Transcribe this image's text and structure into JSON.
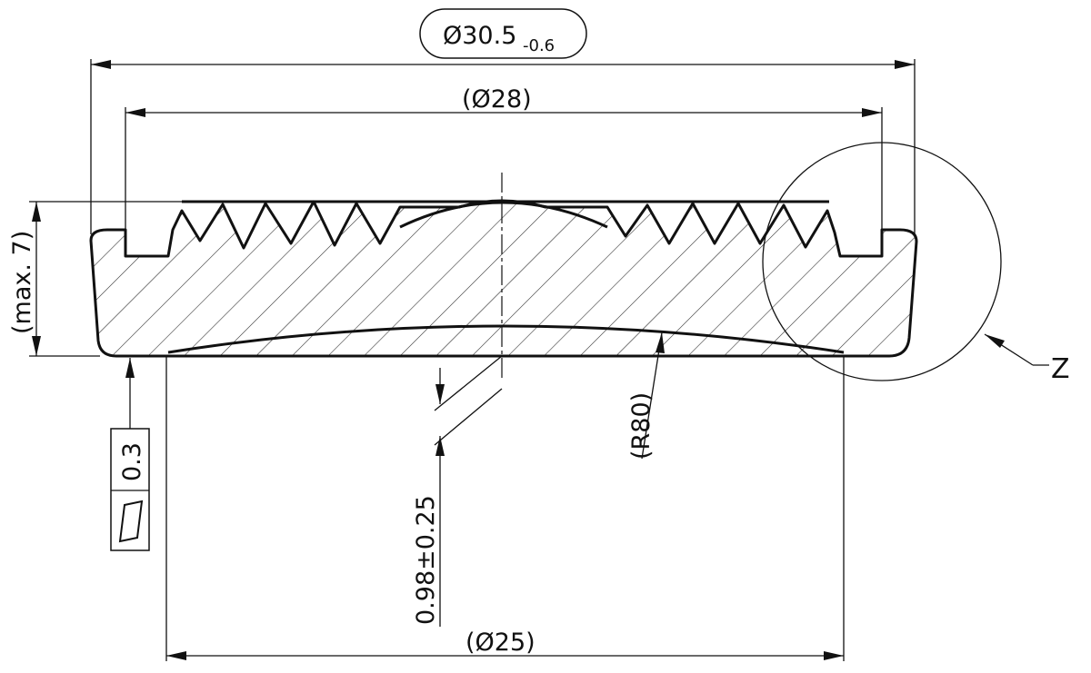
{
  "dimensions": {
    "outer_diameter": "Ø30.5",
    "outer_tolerance": "-0.6",
    "inner_diameter": "(Ø28)",
    "height": "(max. 7)",
    "bottom_diameter": "(Ø25)",
    "radius": "(R80)",
    "depth": "0.98±0.25"
  },
  "flatness": {
    "value": "0.3"
  },
  "detail": {
    "label": "Z"
  }
}
